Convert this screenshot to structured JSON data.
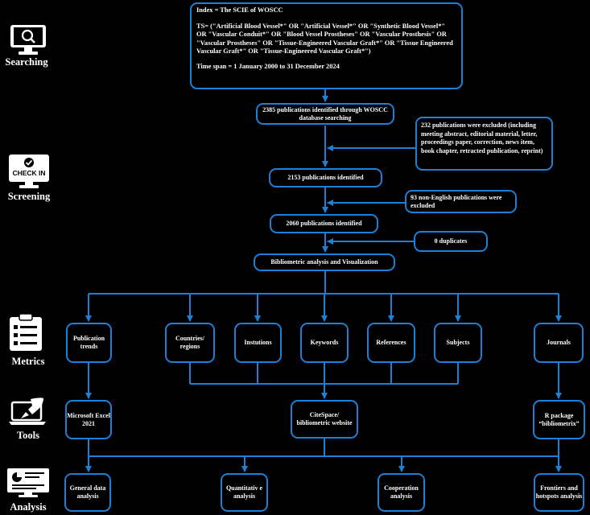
{
  "stages": {
    "searching": "Searching",
    "screening": "Screening",
    "metrics": "Metrics",
    "tools": "Tools",
    "analysis": "Analysis"
  },
  "icon_names": {
    "searching": "monitor-search-icon",
    "screening": "check-in-monitor-icon",
    "metrics": "clipboard-list-icon",
    "tools": "laptop-rocket-icon",
    "analysis": "dashboard-monitor-icon"
  },
  "check_in_label": "CHECK IN",
  "query": {
    "index": "Index = The SCIE of WOSCC",
    "ts": "TS= (\"Artificial Blood Vessel*\" OR \"Artificial Vessel*\" OR \"Synthetic Blood Vessel*\" OR \"Vascular Conduit*\" OR \"Blood Vessel Prostheses\" OR \"Vascular Prosthesis\" OR \"Vascular Prostheses\" OR \"Tissue-Engineered Vascular Graft*\" OR \"Tissue Engineered Vascular Graft*\" OR \"Tissue-Engineered Vascular Graft*\")",
    "timespan": "Time span = 1 January 2000 to 31 December 2024"
  },
  "flow": {
    "identified_2385": "2385 publications identified through WOSCC database searching",
    "excluded_232": "232 publications were excluded (including meeting abstract, editorial material, letter, proceedings paper, correction, news item, book chapter, retracted publication, reprint)",
    "identified_2153": "2153 publications identified",
    "excluded_93": "93 non-English publications were excluded",
    "identified_2060": "2060 publications identified",
    "duplicates": "0 duplicates",
    "bibliometric": "Bibliometric analysis and Visualization"
  },
  "metrics": {
    "publication_trends": "Publication trends",
    "countries": "Countries/ regions",
    "institutions": "Instutions",
    "keywords": "Keywords",
    "references": "References",
    "subjects": "Subjects",
    "journals": "Journals"
  },
  "tools": {
    "excel": "Microsoft Excel 2021",
    "citespace": "CiteSpace/ bibliometric website",
    "r_package": "R package “bibliometrix”"
  },
  "analysis": {
    "general": "General data analysis",
    "quantitative": "Quantitativ e analysis",
    "cooperation": "Cooperation analysis",
    "frontiers": "Frontiers and hotspots analysis"
  },
  "colors": {
    "accent": "#1e7fd6",
    "background": "#000000",
    "text": "#ffffff"
  }
}
